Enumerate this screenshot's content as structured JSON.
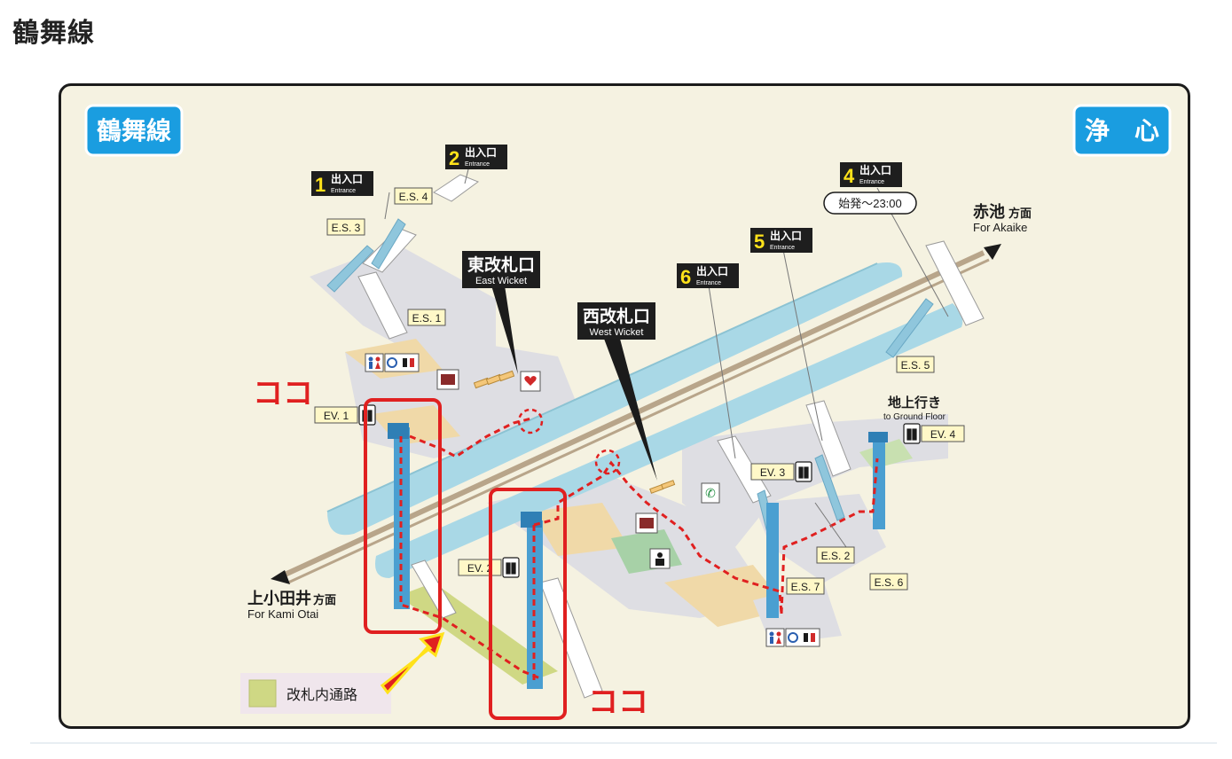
{
  "page": {
    "heading": "鶴舞線"
  },
  "map": {
    "line_badge": "鶴舞線",
    "station_badge": "浄　心",
    "entrances": [
      {
        "num": "1",
        "ja": "出入口",
        "en": "Entrance"
      },
      {
        "num": "2",
        "ja": "出入口",
        "en": "Entrance"
      },
      {
        "num": "4",
        "ja": "出入口",
        "en": "Entrance"
      },
      {
        "num": "5",
        "ja": "出入口",
        "en": "Entrance"
      },
      {
        "num": "6",
        "ja": "出入口",
        "en": "Entrance"
      }
    ],
    "entrance4_hours": "始発〜23:00",
    "escalators": [
      "E.S. 1",
      "E.S. 2",
      "E.S. 3",
      "E.S. 4",
      "E.S. 5",
      "E.S. 6",
      "E.S. 7"
    ],
    "elevators": [
      "EV. 1",
      "EV. 2",
      "EV. 3",
      "EV. 4"
    ],
    "east_wicket": {
      "ja": "東改札口",
      "en": "East Wicket"
    },
    "west_wicket": {
      "ja": "西改札口",
      "en": "West Wicket"
    },
    "dir_akaike": {
      "ja": "赤池",
      "suffix": "方面",
      "en": "For Akaike"
    },
    "dir_kamiotai": {
      "ja": "上小田井",
      "suffix": "方面",
      "en": "For Kami Otai"
    },
    "ground_floor": {
      "ja": "地上行き",
      "en": "to Ground Floor"
    },
    "legend_label": "改札内通路",
    "annotation": "ココ"
  },
  "colors": {
    "background": "#f5f2e1",
    "platform": "#a9d8e6",
    "elevator": "#4a9fd1",
    "badge": "#1a9de0",
    "highlight": "#e02020",
    "legend_swatch": "#cfd884",
    "entrance_box": "#1e1e1e",
    "entrance_num": "#ffe21a",
    "label_box": "#fff8c8"
  }
}
